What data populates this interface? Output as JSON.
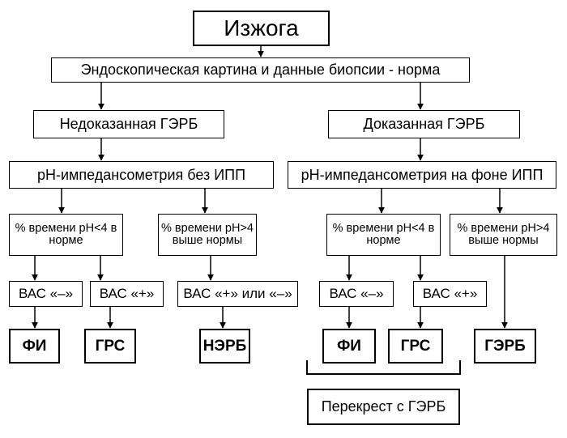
{
  "diagram": {
    "title": "Изжога",
    "endoscopy": "Эндоскопическая картина и данные биопсии - норма",
    "left": {
      "branch": "Недоказанная ГЭРБ",
      "test": "рН-импедансометрия без ИПП",
      "ph_normal": "% времени рН<4 в норме",
      "ph_high": "% времени рН>4 выше нормы",
      "bac_neg": "ВАС «–»",
      "bac_pos": "ВАС «+»",
      "bac_any": "ВАС «+» или «–»",
      "out_fi": "ФИ",
      "out_grs": "ГРС",
      "out_nerb": "НЭРБ"
    },
    "right": {
      "branch": "Доказанная ГЭРБ",
      "test": "рН-импедансометрия на фоне ИПП",
      "ph_normal": "% времени рН<4 в норме",
      "ph_high": "% времени рН>4 выше нормы",
      "bac_neg": "ВАС «–»",
      "bac_pos": "ВАС «+»",
      "out_fi": "ФИ",
      "out_grs": "ГРС",
      "out_gerb": "ГЭРБ",
      "overlap": "Перекрест с ГЭРБ"
    }
  }
}
